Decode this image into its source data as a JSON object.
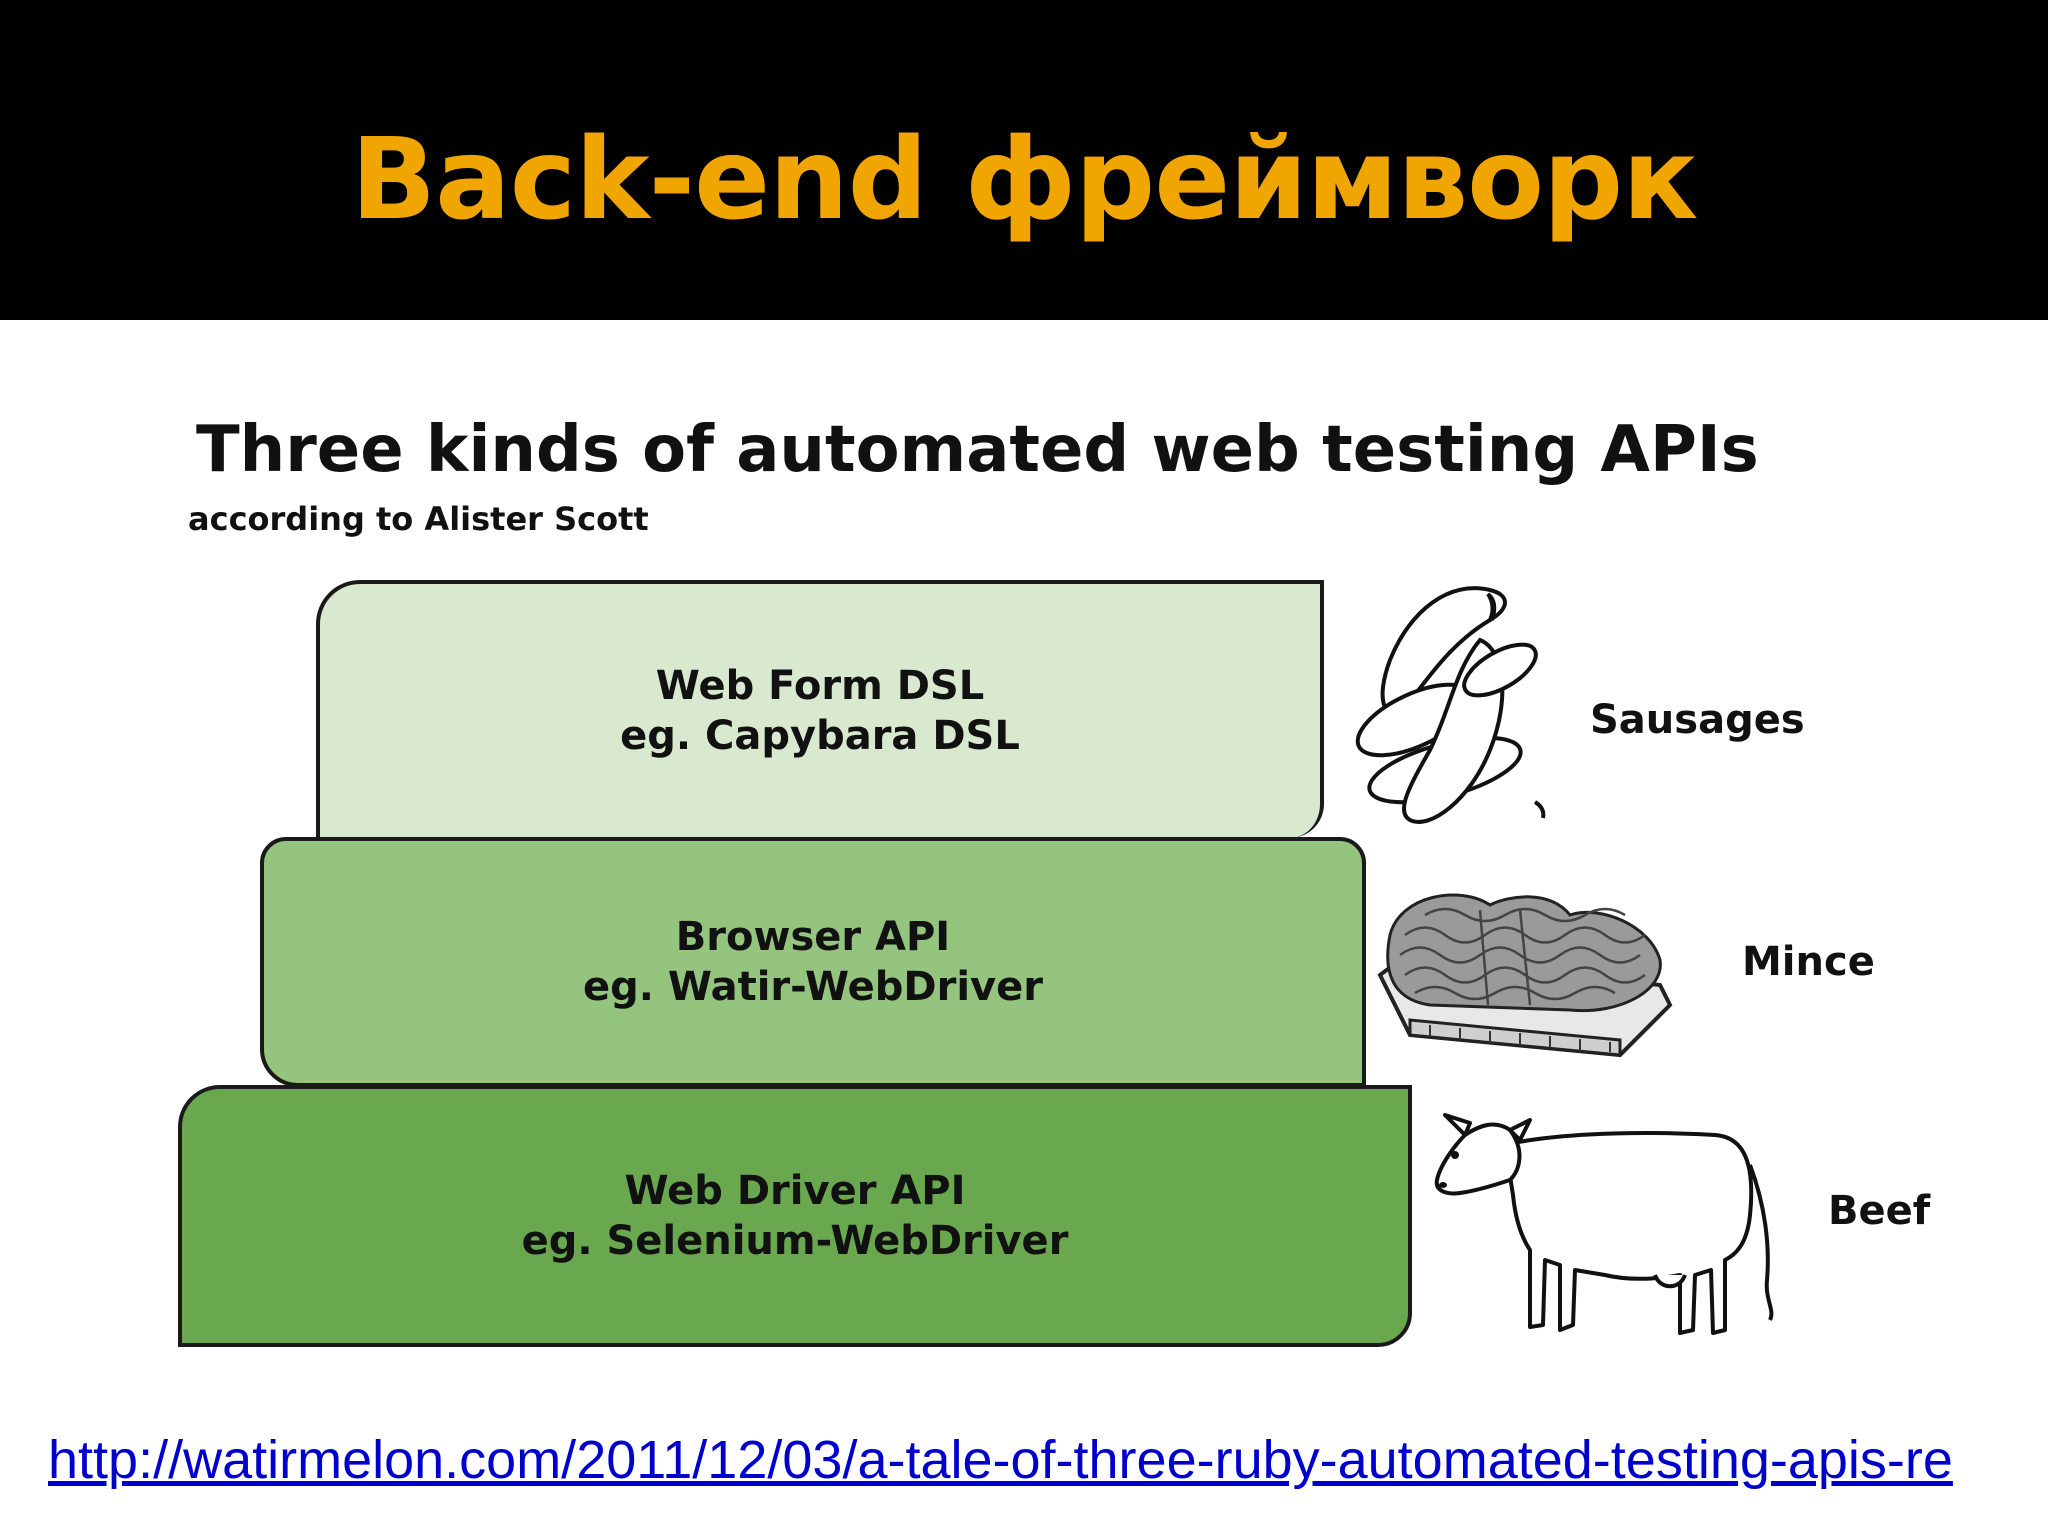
{
  "slide": {
    "title": "Back-end фреймворк",
    "title_color": "#f0a500",
    "header_bg": "#000000"
  },
  "diagram": {
    "title": "Three kinds of automated web testing APIs",
    "subtitle": "according to Alister Scott",
    "layers": [
      {
        "line1": "Web Form DSL",
        "line2": "eg. Capybara DSL",
        "food": "Sausages",
        "icon": "sausages-icon",
        "color": "#d9e9d0"
      },
      {
        "line1": "Browser API",
        "line2": "eg. Watir-WebDriver",
        "food": "Mince",
        "icon": "mince-icon",
        "color": "#94c47e"
      },
      {
        "line1": "Web Driver API",
        "line2": "eg. Selenium-WebDriver",
        "food": "Beef",
        "icon": "cow-icon",
        "color": "#6aa84f"
      }
    ]
  },
  "source_link": {
    "text": "http://watirmelon.com/2011/12/03/a-tale-of-three-ruby-automated-testing-apis-re"
  }
}
